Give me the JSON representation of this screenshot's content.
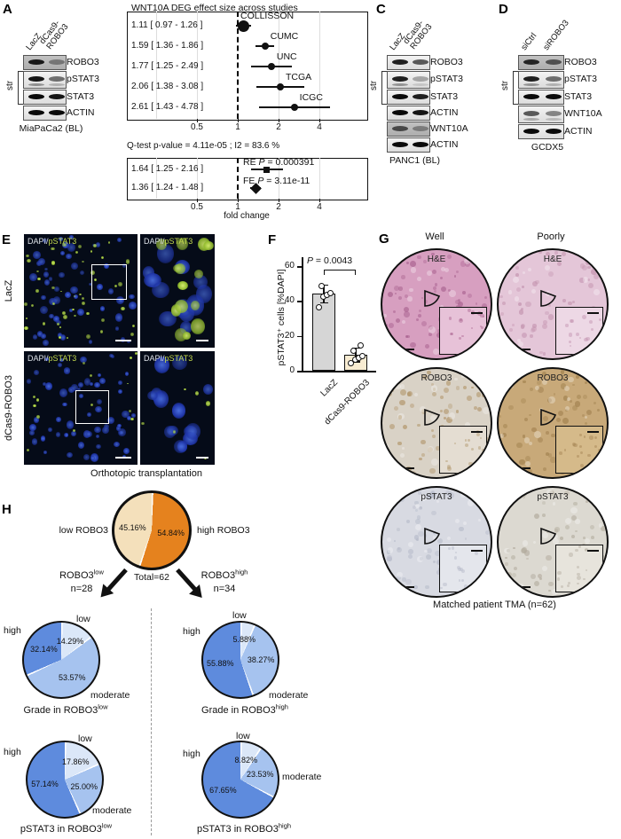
{
  "panels": {
    "A": {
      "letter": "A",
      "lanes": [
        "LacZ",
        "dCas9-\nROBO3"
      ],
      "rows": [
        {
          "label": "ROBO3",
          "shade": "dark",
          "bands": [
            0.92,
            0.38
          ]
        },
        {
          "label": "pSTAT3",
          "shade": "light",
          "bands": [
            0.95,
            0.55
          ],
          "double": true
        },
        {
          "label": "STAT3",
          "shade": "light",
          "bands": [
            1,
            0.95
          ]
        },
        {
          "label": "ACTIN",
          "shade": "light",
          "bands": [
            1,
            1
          ]
        }
      ],
      "bracket_label": "str",
      "caption": "MiaPaCa2 (BL)"
    },
    "C": {
      "letter": "C",
      "lanes": [
        "LacZ",
        "dCas9-\nROBO3"
      ],
      "rows": [
        {
          "label": "ROBO3",
          "shade": "light",
          "bands": [
            0.9,
            0.65
          ]
        },
        {
          "label": "pSTAT3",
          "shade": "light",
          "bands": [
            0.9,
            0.3
          ],
          "double": true
        },
        {
          "label": "STAT3",
          "shade": "light",
          "bands": [
            1,
            0.9
          ]
        },
        {
          "label": "ACTIN",
          "shade": "light",
          "bands": [
            1,
            0.95
          ]
        },
        {
          "label": "WNT10A",
          "shade": "dark",
          "bands": [
            0.65,
            0.35
          ]
        },
        {
          "label": "ACTIN",
          "shade": "light",
          "bands": [
            1,
            1
          ]
        }
      ],
      "bracket_label": "str",
      "caption": "PANC1 (BL)"
    },
    "D": {
      "letter": "D",
      "lanes": [
        "siCtrl",
        "siROBO3"
      ],
      "rows": [
        {
          "label": "ROBO3",
          "shade": "dark",
          "bands": [
            0.85,
            0.6
          ]
        },
        {
          "label": "pSTAT3",
          "shade": "light",
          "bands": [
            0.9,
            0.55
          ],
          "double": true
        },
        {
          "label": "STAT3",
          "shade": "light",
          "bands": [
            1,
            1
          ]
        },
        {
          "label": "WNT10A",
          "shade": "light",
          "bands": [
            0.65,
            0.45
          ],
          "double": true
        },
        {
          "label": "ACTIN",
          "shade": "light",
          "bands": [
            1,
            1
          ]
        }
      ],
      "bracket_label": "str",
      "caption": "GCDX5"
    },
    "E": {
      "letter": "E",
      "row_labels": [
        "LacZ",
        "dCas9-ROBO3"
      ],
      "overlay_dapi": "DAPI",
      "overlay_sep": "/",
      "overlay_pstat3": "pSTAT3",
      "caption": "Orthotopic transplantation"
    },
    "F": {
      "letter": "F"
    },
    "G": {
      "letter": "G",
      "columns": [
        "Well",
        "Poorly"
      ],
      "stains": [
        "H&E",
        "ROBO3",
        "pSTAT3"
      ],
      "caption": "Matched patient TMA (n=62)",
      "cells": [
        {
          "stain": "H&E",
          "col": 0,
          "row": 0,
          "bg": "#d79fc0",
          "speckle": "#a9628f",
          "inset_bg": "#e7c2d8"
        },
        {
          "stain": "H&E",
          "col": 1,
          "row": 0,
          "bg": "#e4c6d8",
          "speckle": "#c291ad",
          "inset_bg": "#edd8e5"
        },
        {
          "stain": "ROBO3",
          "col": 0,
          "row": 1,
          "bg": "#d9d2c6",
          "speckle": "#b09468",
          "inset_bg": "#e4ddd2"
        },
        {
          "stain": "ROBO3",
          "col": 1,
          "row": 1,
          "bg": "#c8a979",
          "speckle": "#a1814f",
          "inset_bg": "#d5ba8a"
        },
        {
          "stain": "pSTAT3",
          "col": 0,
          "row": 2,
          "bg": "#d8dae2",
          "speckle": "#b4b9c8",
          "inset_bg": "#e4e6ec"
        },
        {
          "stain": "pSTAT3",
          "col": 1,
          "row": 2,
          "bg": "#dcd9d1",
          "speckle": "#b2ab9d",
          "inset_bg": "#e7e4dc"
        }
      ]
    },
    "H": {
      "letter": "H",
      "total": "Total=62",
      "left_branch_base": "ROBO3",
      "left_branch_sup": "low",
      "left_branch_n": "n=28",
      "right_branch_base": "ROBO3",
      "right_branch_sup": "high",
      "right_branch_n": "n=34"
    }
  },
  "chart_data": [
    {
      "type": "forest",
      "panel": "B",
      "title": "WNT10A DEG effect size across studies",
      "xlabel": "fold change",
      "xscale": "log2",
      "xticks": [
        0.5,
        1,
        2,
        4
      ],
      "ref_line": 1,
      "studies": [
        {
          "name": "COLLISSON",
          "est": 1.11,
          "lo": 0.97,
          "hi": 1.26,
          "text": "1.11 [ 0.97 - 1.26 ]",
          "dot": 13
        },
        {
          "name": "CUMC",
          "est": 1.59,
          "lo": 1.36,
          "hi": 1.86,
          "text": "1.59 [ 1.36 - 1.86 ]",
          "dot": 8
        },
        {
          "name": "UNC",
          "est": 1.77,
          "lo": 1.25,
          "hi": 2.49,
          "text": "1.77 [ 1.25 - 2.49 ]",
          "dot": 8
        },
        {
          "name": "TCGA",
          "est": 2.06,
          "lo": 1.38,
          "hi": 3.08,
          "text": "2.06 [ 1.38 - 3.08 ]",
          "dot": 8
        },
        {
          "name": "ICGC",
          "est": 2.61,
          "lo": 1.43,
          "hi": 4.78,
          "text": "2.61 [ 1.43 - 4.78 ]",
          "dot": 8
        }
      ],
      "qtest_text": "Q-test p-value =  4.11e-05 ; I2 = 83.6 %",
      "summary": [
        {
          "name": "RE",
          "p_label": "P",
          "p_value": " = 0.000391",
          "est": 1.64,
          "lo": 1.25,
          "hi": 2.16,
          "text": "1.64 [ 1.25 - 2.16 ]",
          "marker": "square"
        },
        {
          "name": "FE",
          "p_label": "P",
          "p_value": " = 3.11e-11",
          "est": 1.36,
          "lo": 1.24,
          "hi": 1.48,
          "text": "1.36 [ 1.24 - 1.48 ]",
          "marker": "diamond"
        }
      ]
    },
    {
      "type": "bar",
      "panel": "F",
      "ylabel": "pSTAT3⁺ cells [%DAPI]",
      "p_label": "P",
      "p_value": " = 0.0043",
      "categories": [
        "LacZ",
        "dCas9-ROBO3"
      ],
      "values": [
        44,
        9
      ],
      "errors": [
        5,
        4
      ],
      "points": [
        [
          37,
          43,
          44,
          45,
          49
        ],
        [
          5,
          7,
          8,
          9,
          12,
          15
        ]
      ],
      "bar_colors": [
        "#d6d6d6",
        "#f8ecd2"
      ],
      "ylim": [
        0,
        60
      ],
      "yticks": [
        0,
        20,
        40,
        60
      ]
    },
    {
      "type": "pie",
      "panel": "H",
      "name": "robo3-distribution",
      "labels": [
        "high ROBO3",
        "low ROBO3"
      ],
      "values": [
        54.84,
        45.16
      ],
      "pct_labels": [
        "54.84%",
        "45.16%"
      ],
      "colors": [
        "#e5821e",
        "#f4e0bb"
      ],
      "total_label": "Total=62"
    },
    {
      "type": "pie",
      "panel": "H",
      "name": "grade-in-robo3-low",
      "title_base": "Grade in ROBO3",
      "title_sup": "low",
      "labels": [
        "low",
        "moderate",
        "high"
      ],
      "values": [
        14.29,
        53.57,
        32.14
      ],
      "pct_labels": [
        "14.29%",
        "53.57%",
        "32.14%"
      ],
      "colors": [
        "#dbe7f8",
        "#a6c3ef",
        "#5e8bdd"
      ]
    },
    {
      "type": "pie",
      "panel": "H",
      "name": "grade-in-robo3-high",
      "title_base": "Grade in ROBO3",
      "title_sup": "high",
      "labels": [
        "low",
        "moderate",
        "high"
      ],
      "values": [
        5.88,
        38.27,
        55.88
      ],
      "pct_labels": [
        "5.88%",
        "38.27%",
        "55.88%"
      ],
      "colors": [
        "#dbe7f8",
        "#a6c3ef",
        "#5e8bdd"
      ]
    },
    {
      "type": "pie",
      "panel": "H",
      "name": "pstat3-in-robo3-low",
      "title_base": "pSTAT3 in ROBO3",
      "title_sup": "low",
      "labels": [
        "low",
        "moderate",
        "high"
      ],
      "values": [
        17.86,
        25.0,
        57.14
      ],
      "pct_labels": [
        "17.86%",
        "25.00%",
        "57.14%"
      ],
      "colors": [
        "#dbe7f8",
        "#a6c3ef",
        "#5e8bdd"
      ]
    },
    {
      "type": "pie",
      "panel": "H",
      "name": "pstat3-in-robo3-high",
      "title_base": "pSTAT3 in ROBO3",
      "title_sup": "high",
      "labels": [
        "low",
        "moderate",
        "high"
      ],
      "values": [
        8.82,
        23.53,
        67.65
      ],
      "pct_labels": [
        "8.82%",
        "23.53%",
        "67.65%"
      ],
      "colors": [
        "#dbe7f8",
        "#a6c3ef",
        "#5e8bdd"
      ]
    }
  ]
}
